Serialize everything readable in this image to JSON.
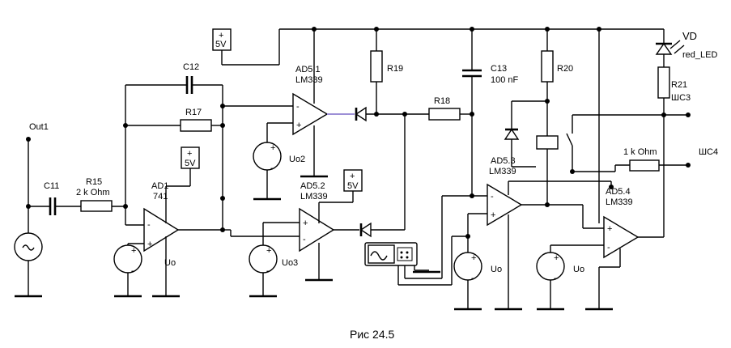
{
  "labels": {
    "out1": "Out1",
    "c11": "C11",
    "r15": "R15",
    "r15_value": "2 k Ohm",
    "c12": "C12",
    "r17": "R17",
    "ad1": "AD1",
    "ad1_type": "741",
    "supply_5v_a": "5V",
    "supply_5v_b": "5V",
    "supply_5v_c": "5V",
    "ad5_1": "AD5.1",
    "ad5_1_type": "LM339",
    "uo2": "Uo2",
    "r19": "R19",
    "r18": "R18",
    "c13": "C13",
    "c13_value": "100 nF",
    "r20": "R20",
    "vd": "VD",
    "vd_type": "red_LED",
    "r21": "R21",
    "r21_value": "ШС3",
    "ad5_2": "AD5.2",
    "ad5_2_type": "LM339",
    "uo3": "Uo3",
    "uo_1": "Uo",
    "ad5_3": "AD5.3",
    "ad5_3_type": "LM339",
    "r_1k": "1 k Ohm",
    "shs4": "ШС4",
    "ad5_4": "AD5.4",
    "ad5_4_type": "LM339",
    "uo_2": "Uo",
    "uo_3": "Uo",
    "sign_plus": "+",
    "sign_minus": "-"
  },
  "caption": "Рис 24.5"
}
